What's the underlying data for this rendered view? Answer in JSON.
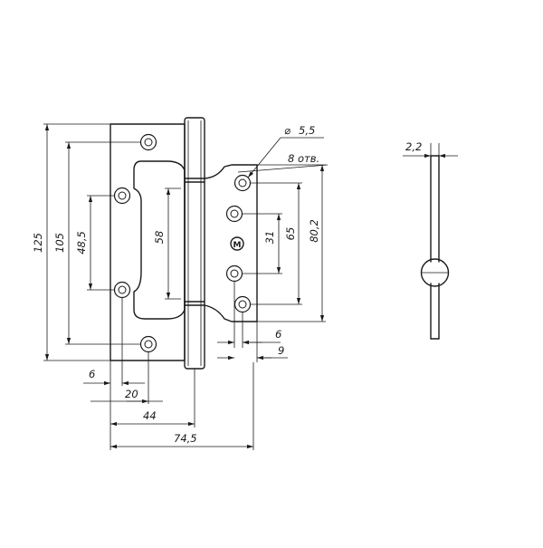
{
  "drawing": {
    "dimensions": {
      "total_height": "125",
      "height_105": "105",
      "spacing_48_5": "48,5",
      "cutout_58": "58",
      "spacing_31": "31",
      "spacing_65": "65",
      "spacing_80_2": "80,2",
      "hole_diameter": "5,5",
      "hole_count": "8 отв.",
      "edge_6": "6",
      "hole_20": "20",
      "axis_44": "44",
      "total_width": "74,5",
      "small_6": "6",
      "small_9": "9",
      "thickness": "2,2"
    },
    "symbols": {
      "diameter": "⌀",
      "logo_letter": "M"
    }
  }
}
